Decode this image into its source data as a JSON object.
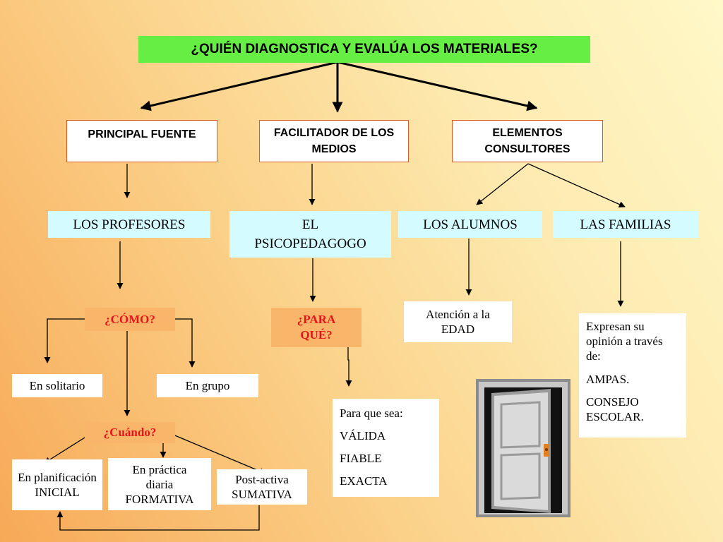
{
  "title": "¿QUIÉN DIAGNOSTICA Y EVALÚA LOS MATERIALES?",
  "categories": {
    "principal": "PRINCIPAL FUENTE",
    "facilitador": "FACILITADOR DE LOS MEDIOS",
    "consultores": "ELEMENTOS CONSULTORES"
  },
  "agents": {
    "profesores": "LOS PROFESORES",
    "psicopedagogo": "EL PSICOPEDAGOGO",
    "alumnos": "LOS ALUMNOS",
    "familias": "LAS FAMILIAS"
  },
  "questions": {
    "como": "¿CÓMO?",
    "para_que": "¿PARA QUÉ?",
    "cuando": "¿Cuándo?"
  },
  "modes": {
    "solitario": "En solitario",
    "grupo": "En grupo"
  },
  "timing": {
    "inicial": "En planificación INICIAL",
    "formativa": "En práctica diaria FORMATIVA",
    "sumativa": "Post-activa SUMATIVA"
  },
  "alumnos_note": "Atención a la EDAD",
  "para_que_list": [
    "Para que sea:",
    "VÁLIDA",
    "FIABLE",
    "EXACTA"
  ],
  "familias_list": [
    "Expresan su opinión a través de:",
    "AMPAS.",
    "CONSEJO ESCOLAR."
  ],
  "door_icon": "open-door-icon",
  "colors": {
    "title_bg": "#66ee44",
    "category_border": "#e05a20",
    "agent_bg": "#d4fbff",
    "question_bg": "#f9b66a",
    "question_text": "#e4161c"
  }
}
